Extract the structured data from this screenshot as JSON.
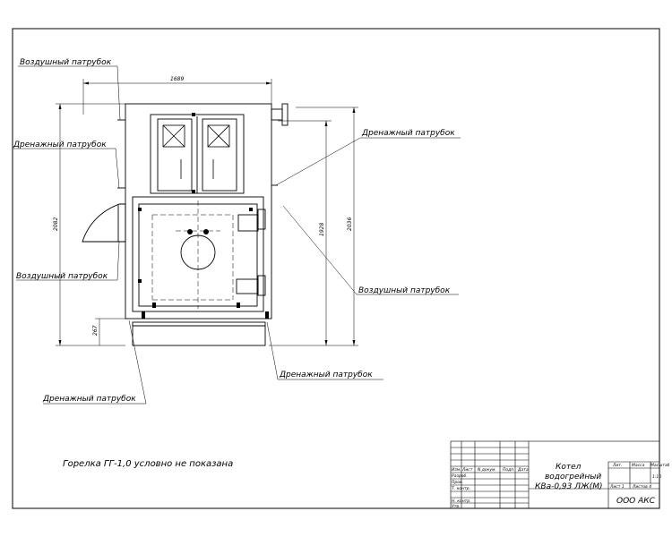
{
  "labels": {
    "air_left_top": "Воздушный патрубок",
    "drain_left_top": "Дренажный патрубок",
    "drain_right_top": "Дренажный патрубок",
    "air_left_bottom": "Воздушный патрубок",
    "air_right_bottom": "Воздушный патрубок",
    "drain_right_bottom": "Дренажный патрубок",
    "drain_left_bottom": "Дренажный патрубок"
  },
  "dimensions": {
    "width_top": "1689",
    "height_left": "2082",
    "height_right_inner": "1928",
    "height_right_outer": "2036",
    "base_height": "267"
  },
  "note": "Горелка ГГ-1,0 условно не показана",
  "title_block": {
    "title_line1": "Котел",
    "title_line2": "водогрейный",
    "title_line3": "КВа-0,93 ЛЖ(М)",
    "company": "ООО АКС",
    "col_lit": "Лит.",
    "col_mass": "Масса",
    "col_scale": "Масштаб",
    "scale_value": "1:10",
    "sheet": "Лист 1",
    "sheets": "Листов 4",
    "rows": {
      "izm": "Изм.",
      "list": "Лист",
      "ndok": "N докум.",
      "podp": "Подп.",
      "data": "Дата",
      "razrab": "Разраб.",
      "prov": "Пров.",
      "tkontr": "Т. контр.",
      "nkontr": "Н. контр.",
      "utv": "Утв."
    }
  }
}
